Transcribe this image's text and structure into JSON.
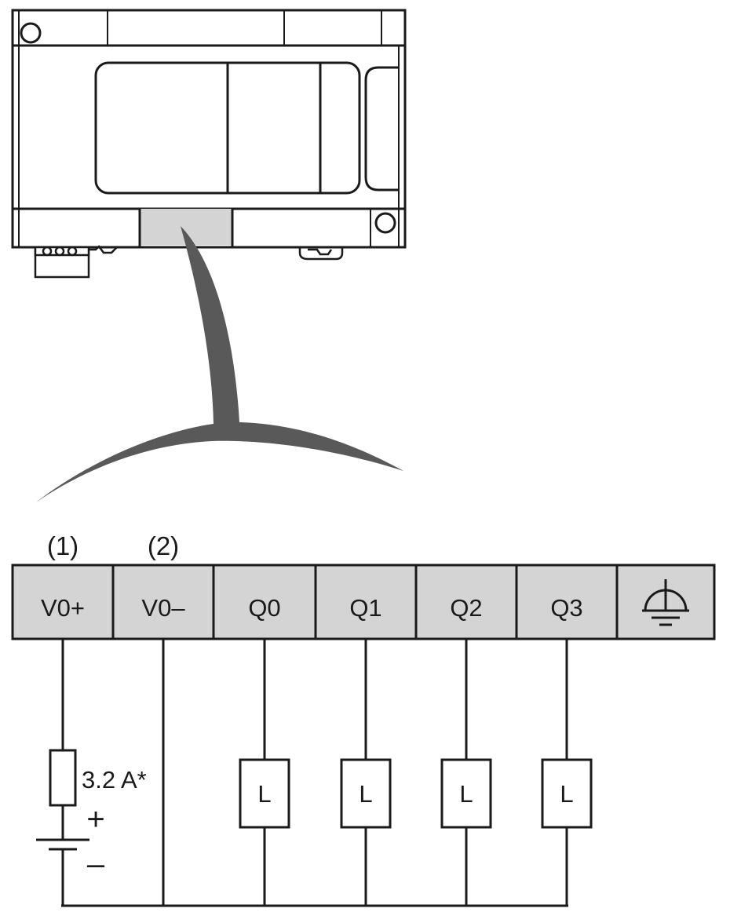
{
  "callouts": {
    "one": "(1)",
    "two": "(2)"
  },
  "terminals": [
    {
      "label": "V0+"
    },
    {
      "label": "V0–"
    },
    {
      "label": "Q0"
    },
    {
      "label": "Q1"
    },
    {
      "label": "Q2"
    },
    {
      "label": "Q3"
    },
    {
      "label": "",
      "icon": "ground-icon"
    }
  ],
  "fuse": {
    "rating": "3.2 A*"
  },
  "supply": {
    "plus": "+",
    "minus": "–"
  },
  "loads": [
    {
      "label": "L"
    },
    {
      "label": "L"
    },
    {
      "label": "L"
    },
    {
      "label": "L"
    }
  ],
  "colors": {
    "outline": "#1a1a1a",
    "terminal_fill": "#d4d4d4",
    "arrow": "#595959",
    "highlight": "#d4d4d4"
  }
}
